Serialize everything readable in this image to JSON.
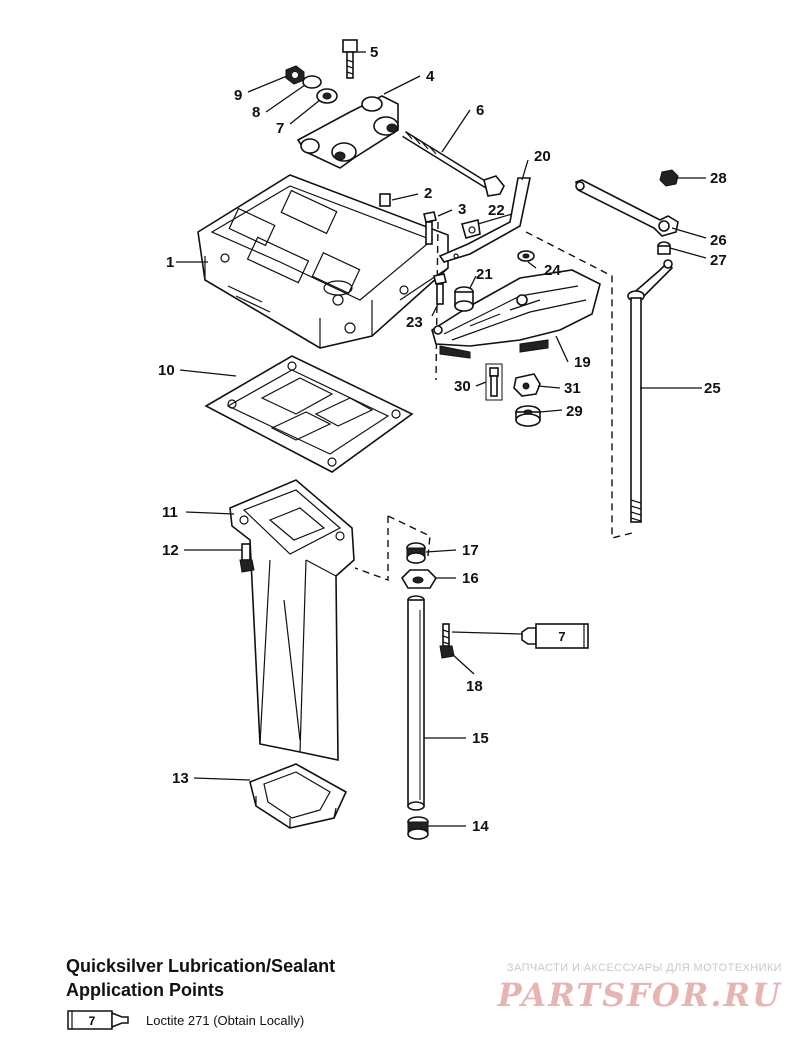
{
  "callouts": {
    "c1": "1",
    "c2": "2",
    "c3": "3",
    "c4": "4",
    "c5": "5",
    "c6": "6",
    "c7": "7",
    "c8": "8",
    "c9": "9",
    "c10": "10",
    "c11": "11",
    "c12": "12",
    "c13": "13",
    "c14": "14",
    "c15": "15",
    "c16": "16",
    "c17": "17",
    "c18": "18",
    "c19": "19",
    "c20": "20",
    "c21": "21",
    "c22": "22",
    "c23": "23",
    "c24": "24",
    "c25": "25",
    "c26": "26",
    "c27": "27",
    "c28": "28",
    "c29": "29",
    "c30": "30",
    "c31": "31"
  },
  "tube_label": "7",
  "legend": {
    "title_line1": "Quicksilver Lubrication/Sealant",
    "title_line2": "Application Points",
    "tube_number": "7",
    "item_text": "Loctite 271 (Obtain Locally)"
  },
  "watermark": {
    "line1": "ЗАПЧАСТИ И АКСЕССУАРЫ ДЛЯ МОТОТЕХНИКИ",
    "line2": "PARTSFOR.RU"
  }
}
